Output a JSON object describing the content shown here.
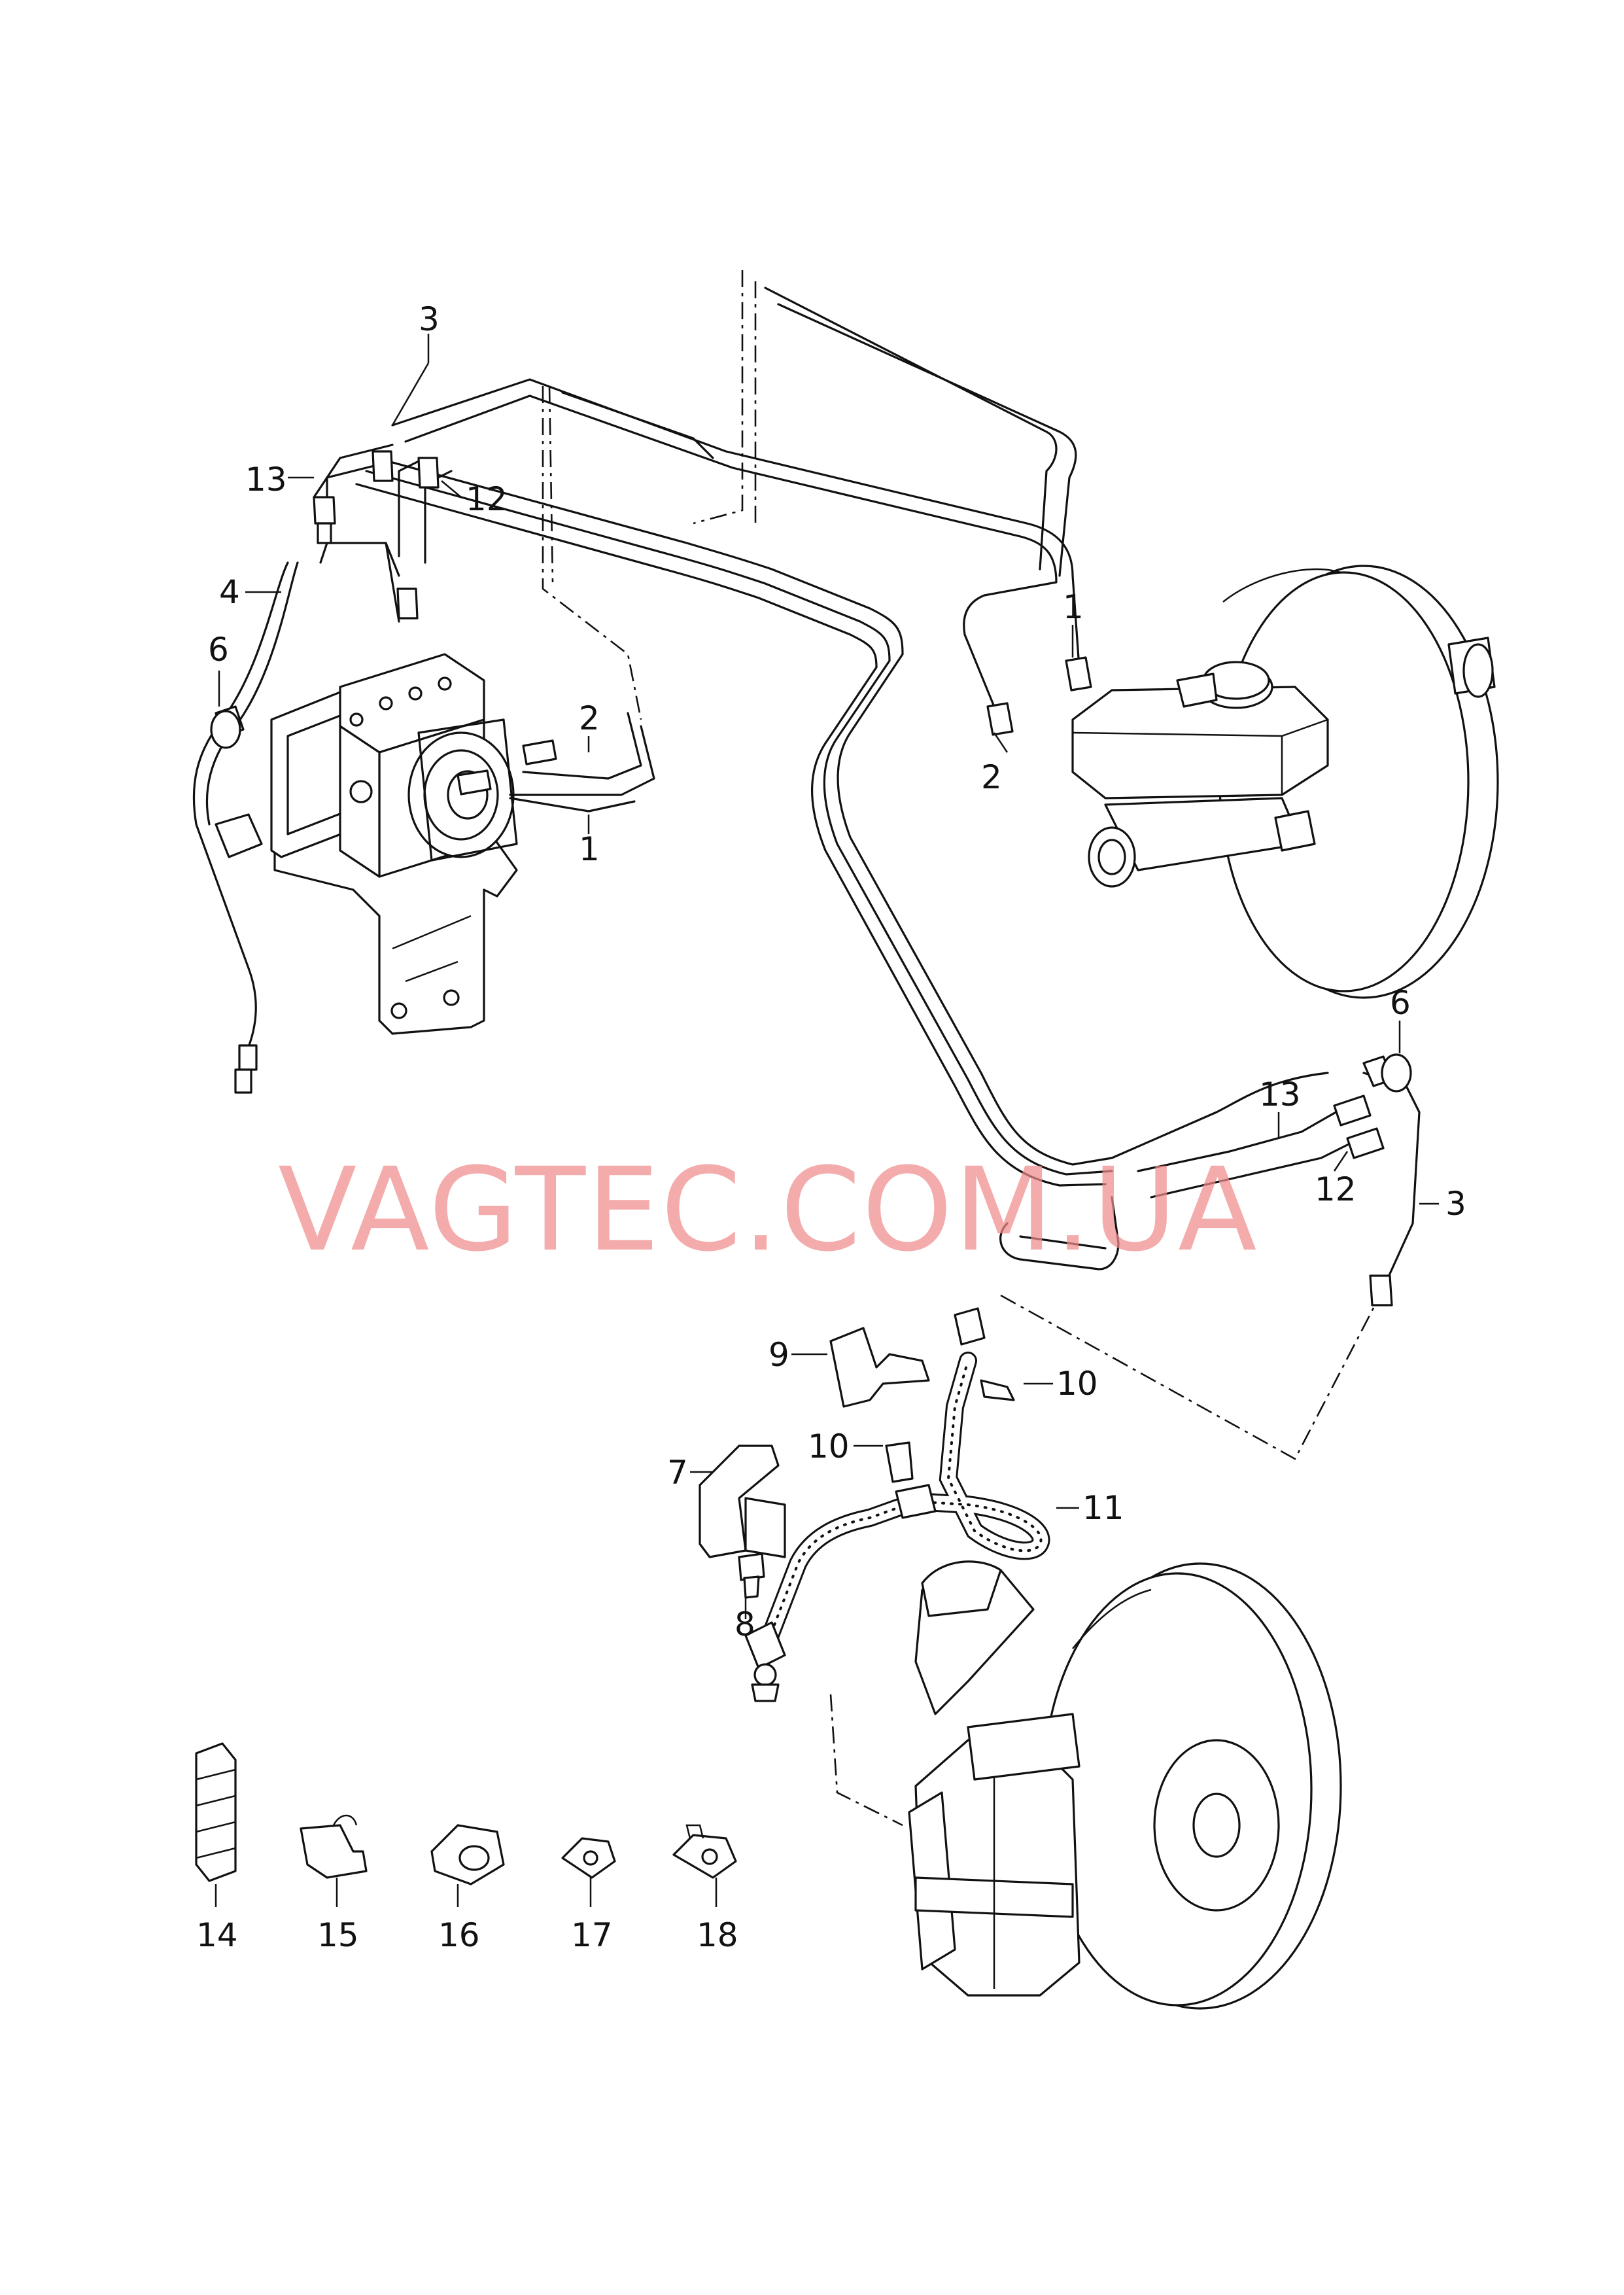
{
  "callouts": {
    "c1_a": "1",
    "c1_b": "1",
    "c2_a": "2",
    "c2_b": "2",
    "c3_a": "3",
    "c3_b": "3",
    "c4": "4",
    "c6_a": "6",
    "c6_b": "6",
    "c7": "7",
    "c8": "8",
    "c9": "9",
    "c10_a": "10",
    "c10_b": "10",
    "c11": "11",
    "c12_a": "12",
    "c12_b": "12",
    "c13_a": "13",
    "c13_b": "13",
    "c14": "14",
    "c15": "15",
    "c16": "16",
    "c17": "17",
    "c18": "18"
  },
  "watermark": "VAGTEC.COM.UA"
}
